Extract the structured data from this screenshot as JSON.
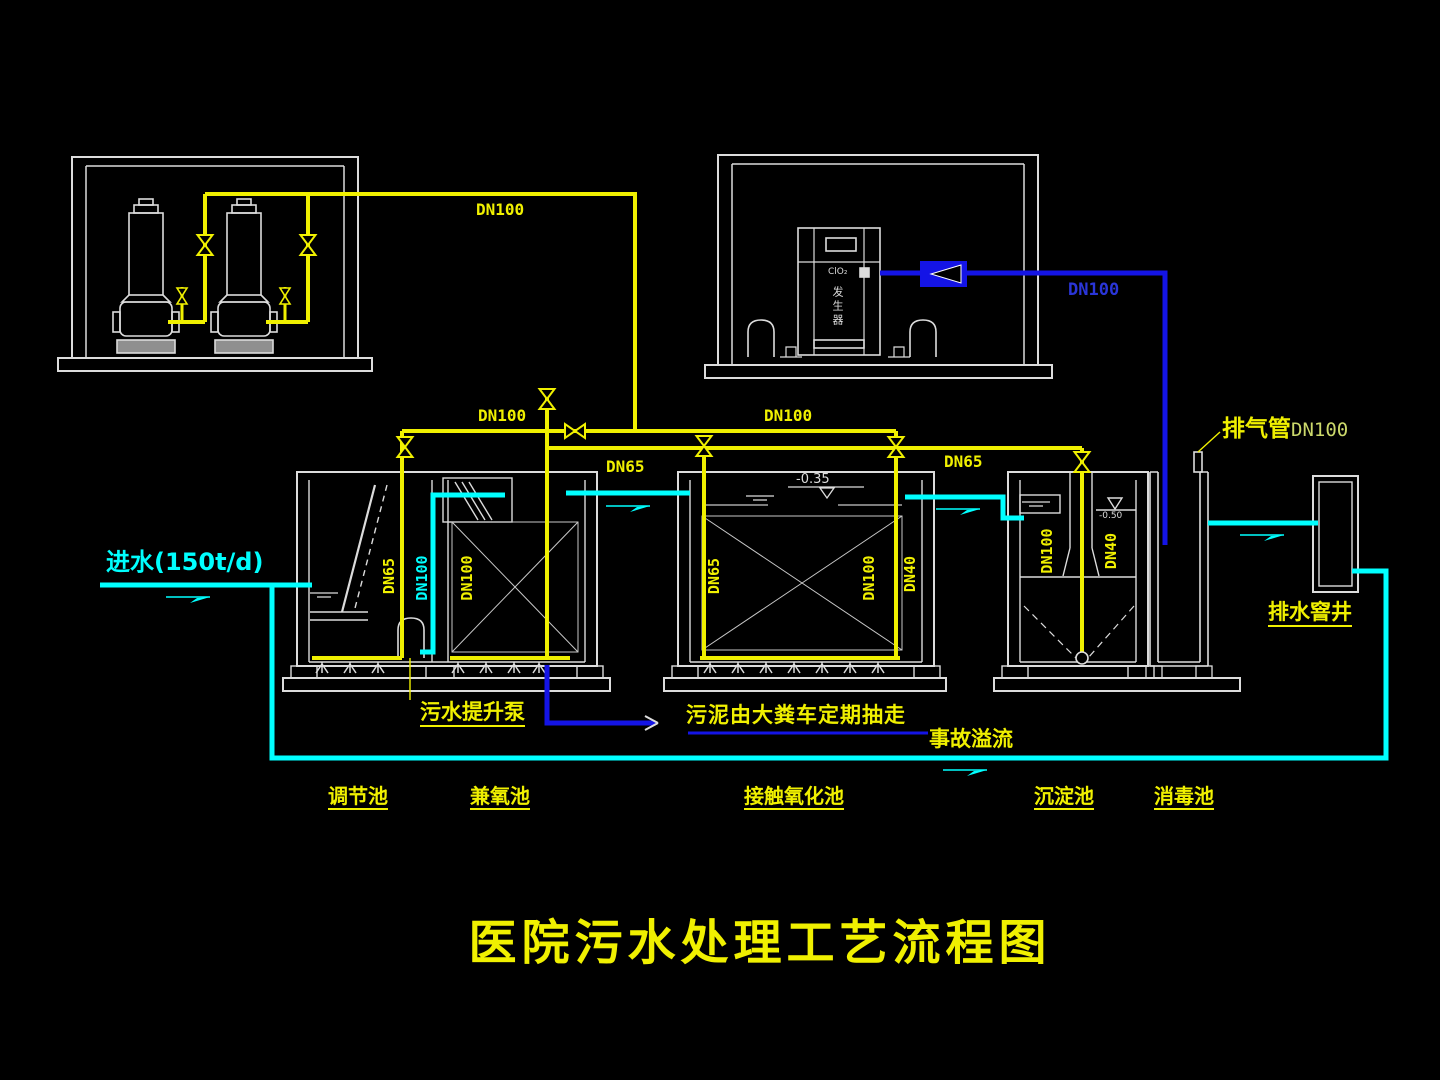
{
  "title": "医院污水处理工艺流程图",
  "inflow_label": "进水(150t/d)",
  "annotations": {
    "lift_pump": "污水提升泵",
    "sludge_note": "污泥由大粪车定期抽走",
    "emergency_overflow": "事故溢流",
    "vent_pipe": "排气管",
    "vent_pipe_size": "DN100",
    "drain_manhole": "排水窨井",
    "contact_water_level": "-0.35",
    "sed_water_level": "-0.50",
    "generator_label_top": "ClO₂",
    "generator_label_vertical": "发生器"
  },
  "tanks": {
    "regulating": "调节池",
    "facultative": "兼氧池",
    "contact_oxidation": "接触氧化池",
    "sedimentation": "沉淀池",
    "disinfection": "消毒池"
  },
  "pipes": {
    "blower_outlet": "DN100",
    "air_main_west": "DN100",
    "air_main_east": "DN100",
    "air_branch_west": "DN65",
    "air_branch_east": "DN65",
    "regulating_drop": "DN65",
    "lift_riser": "DN100",
    "facultative_drop": "DN100",
    "contact_drop_left": "DN65",
    "contact_drop_right": "DN100",
    "contact_drop_aux": "DN40",
    "sed_airlift_main": "DN100",
    "sed_airlift_aux": "DN40",
    "dosing_line": "DN100"
  },
  "colors": {
    "background": "#000000",
    "air_pipe_yellow": "#f0f000",
    "water_pipe_cyan": "#00ffff",
    "chem_pipe_blue": "#1414e6",
    "structure_white": "#dcdcdc",
    "label_blue": "#2a35d8"
  }
}
